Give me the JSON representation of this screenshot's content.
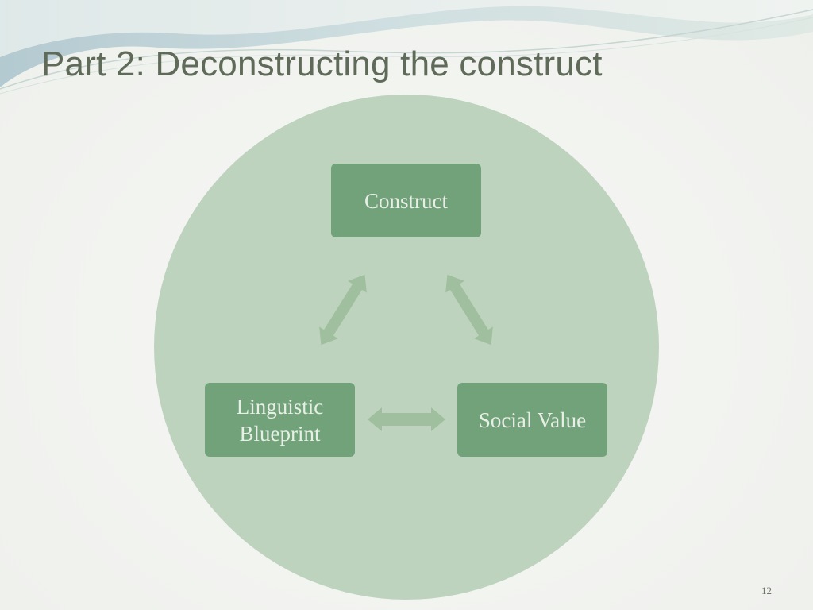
{
  "slide": {
    "title": "Part 2: Deconstructing the construct",
    "page_number": "12"
  },
  "diagram": {
    "nodes": {
      "construct": "Construct",
      "linguistic_blueprint": "Linguistic Blueprint",
      "social_value": "Social Value"
    },
    "connections": [
      {
        "from": "construct",
        "to": "linguistic_blueprint",
        "style": "bidirectional"
      },
      {
        "from": "construct",
        "to": "social_value",
        "style": "bidirectional"
      },
      {
        "from": "linguistic_blueprint",
        "to": "social_value",
        "style": "bidirectional"
      }
    ],
    "colors": {
      "circle": "#bed3be",
      "node_fill": "#72a27a",
      "node_text": "#e8efe6",
      "arrow_fill": "#9fbf9e",
      "title_text": "#5f6b58"
    }
  }
}
